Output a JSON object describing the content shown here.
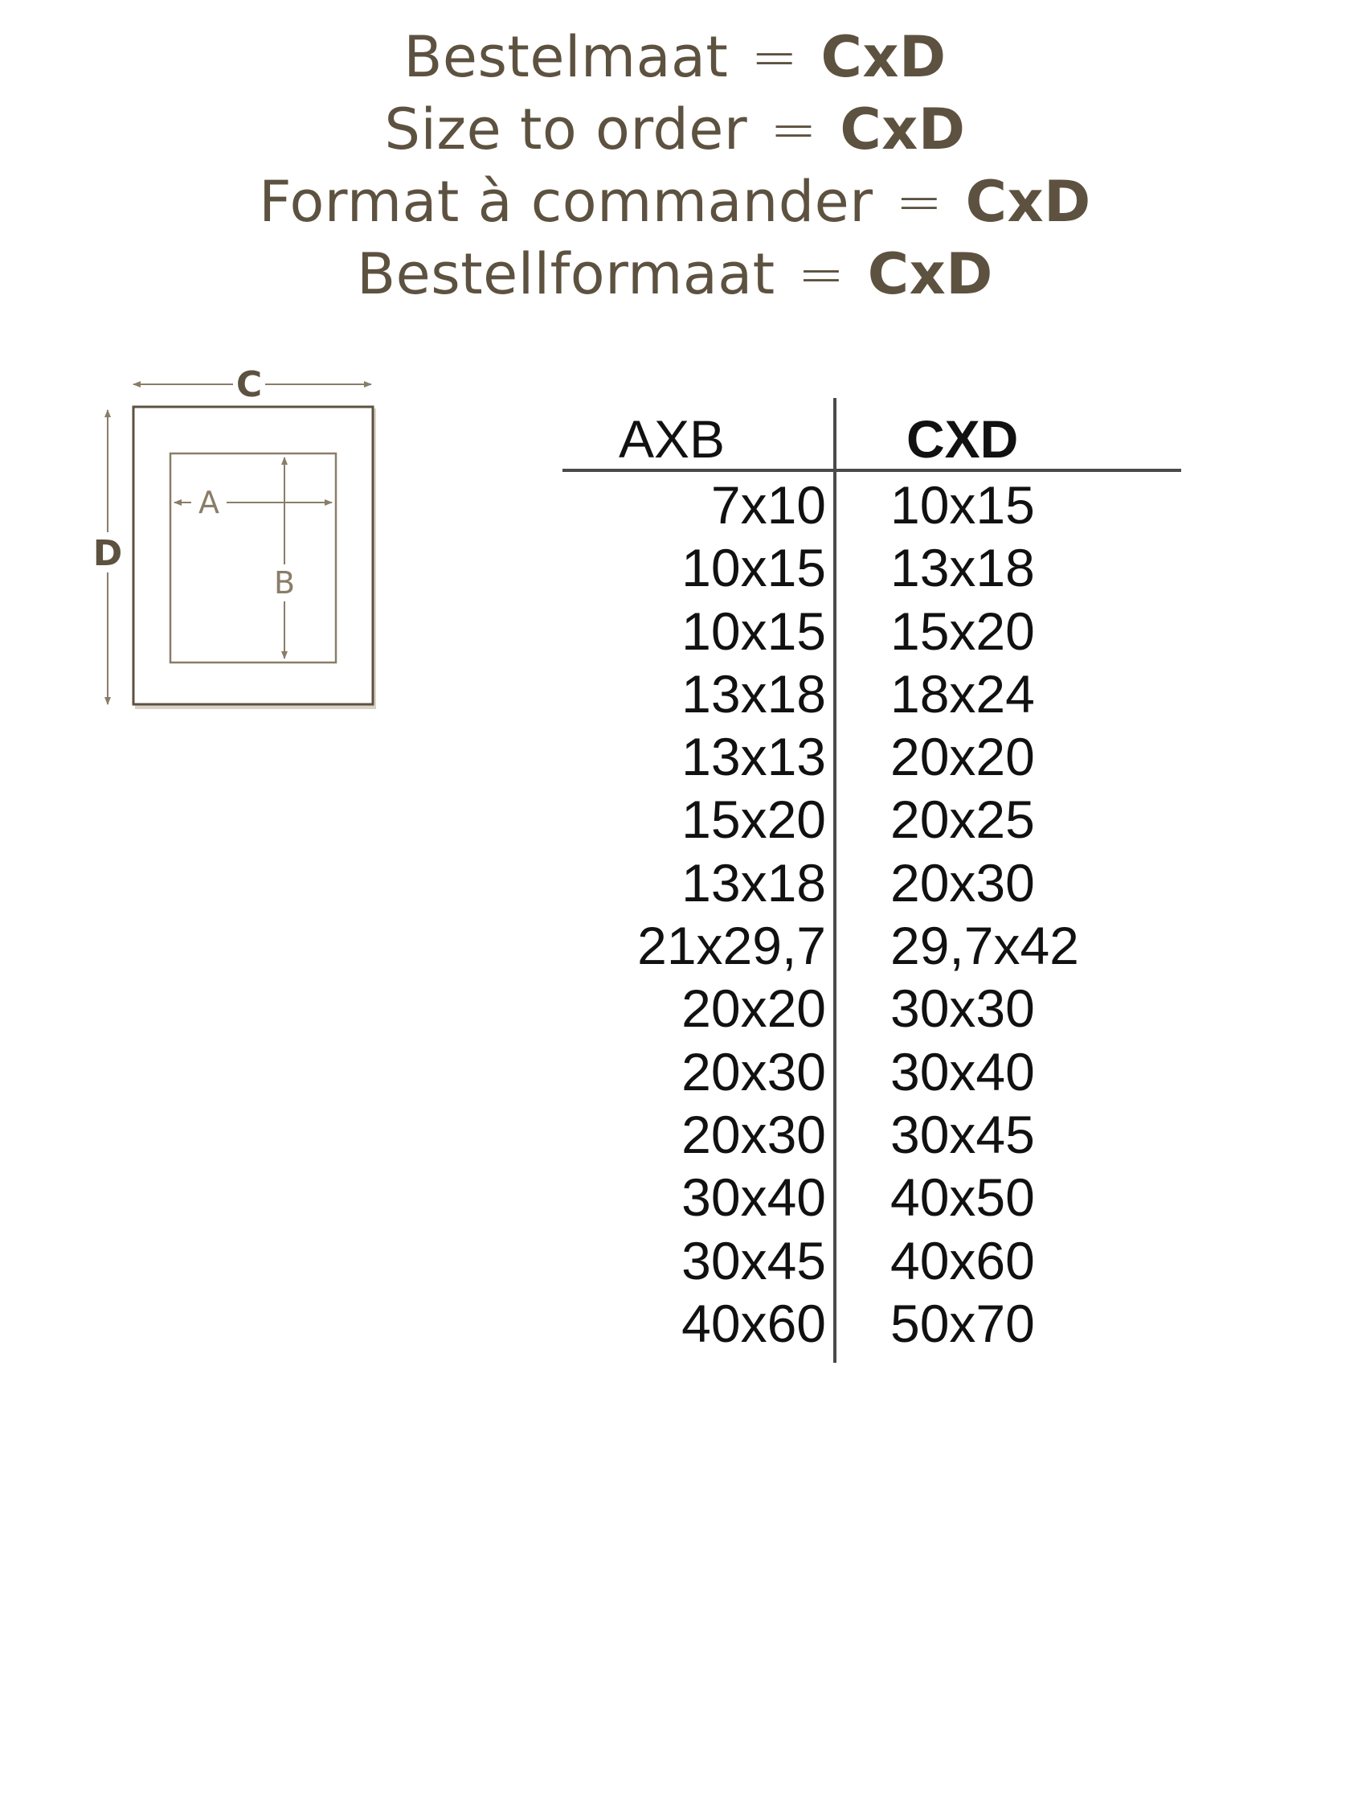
{
  "headings": [
    {
      "label": "Bestelmaat",
      "eq": "=",
      "value": "CxD"
    },
    {
      "label": "Size to order",
      "eq": "=",
      "value": "CxD"
    },
    {
      "label": "Format à commander",
      "eq": "=",
      "value": "CxD"
    },
    {
      "label": "Bestellformaat",
      "eq": "=",
      "value": "CxD"
    }
  ],
  "diagram": {
    "label_c": "C",
    "label_d": "D",
    "label_a": "A",
    "label_b": "B",
    "color": "#8a7d68"
  },
  "table": {
    "header_ab": "AXB",
    "header_cd": "CXD",
    "rows": [
      {
        "ab": "7x10",
        "cd": "10x15"
      },
      {
        "ab": "10x15",
        "cd": "13x18"
      },
      {
        "ab": "10x15",
        "cd": "15x20"
      },
      {
        "ab": "13x18",
        "cd": "18x24"
      },
      {
        "ab": "13x13",
        "cd": "20x20"
      },
      {
        "ab": "15x20",
        "cd": "20x25"
      },
      {
        "ab": "13x18",
        "cd": "20x30"
      },
      {
        "ab": "21x29,7",
        "cd": "29,7x42"
      },
      {
        "ab": "20x20",
        "cd": "30x30"
      },
      {
        "ab": "20x30",
        "cd": "30x40"
      },
      {
        "ab": "20x30",
        "cd": "30x45"
      },
      {
        "ab": "30x40",
        "cd": "40x50"
      },
      {
        "ab": "30x45",
        "cd": "40x60"
      },
      {
        "ab": "40x60",
        "cd": "50x70"
      }
    ]
  }
}
